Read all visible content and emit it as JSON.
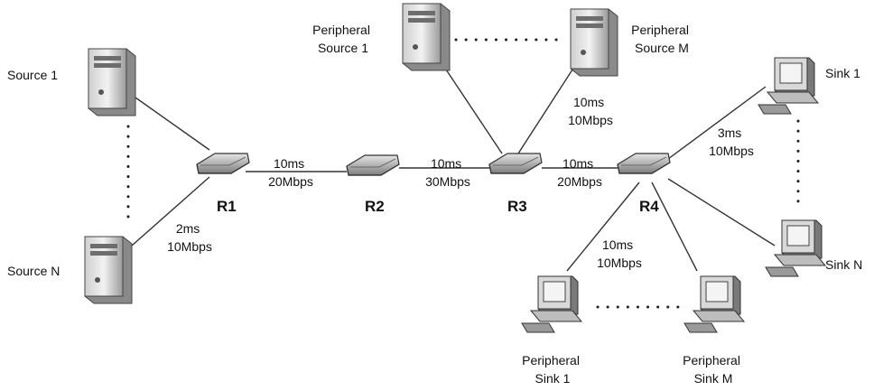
{
  "routers": {
    "r1": "R1",
    "r2": "R2",
    "r3": "R3",
    "r4": "R4"
  },
  "hosts": {
    "source_1": "Source 1",
    "source_n": "Source N",
    "peripheral_source_1": [
      "Peripheral",
      "Source 1"
    ],
    "peripheral_source_m": [
      "Peripheral",
      "Source M"
    ],
    "sink_1": "Sink 1",
    "sink_n": "Sink N",
    "peripheral_sink_1": [
      "Peripheral",
      "Sink 1"
    ],
    "peripheral_sink_m": [
      "Peripheral",
      "Sink M"
    ]
  },
  "links": {
    "source_r1": {
      "delay": "2ms",
      "bandwidth": "10Mbps"
    },
    "r1_r2": {
      "delay": "10ms",
      "bandwidth": "20Mbps"
    },
    "r2_r3": {
      "delay": "10ms",
      "bandwidth": "30Mbps"
    },
    "r3_r4": {
      "delay": "10ms",
      "bandwidth": "20Mbps"
    },
    "periph_source_r3": {
      "delay": "10ms",
      "bandwidth": "10Mbps"
    },
    "r4_sink": {
      "delay": "3ms",
      "bandwidth": "10Mbps"
    },
    "r4_periph_sink": {
      "delay": "10ms",
      "bandwidth": "10Mbps"
    }
  }
}
